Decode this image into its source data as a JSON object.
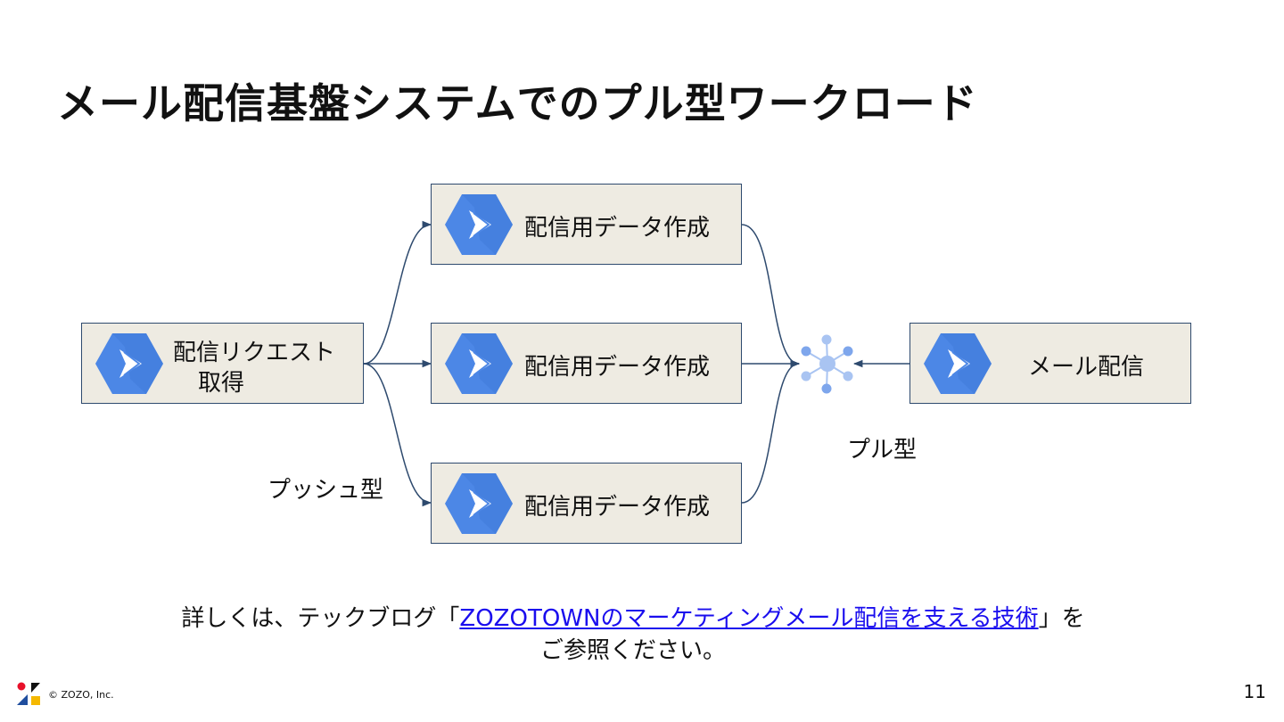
{
  "slide": {
    "title": "メール配信基盤システムでのプル型ワークロード",
    "page_number": "11",
    "copyright": "© ZOZO, Inc."
  },
  "diagram": {
    "nodes": {
      "request": {
        "line1": "配信リクエスト",
        "line2": "取得",
        "icon": "cloud-run-icon"
      },
      "create1": {
        "label": "配信用データ作成",
        "icon": "cloud-run-icon"
      },
      "create2": {
        "label": "配信用データ作成",
        "icon": "cloud-run-icon"
      },
      "create3": {
        "label": "配信用データ作成",
        "icon": "cloud-run-icon"
      },
      "mail": {
        "label": "メール配信",
        "icon": "cloud-run-icon"
      },
      "hub": {
        "icon": "pubsub-hub-icon"
      }
    },
    "labels": {
      "push": "プッシュ型",
      "pull": "プル型"
    }
  },
  "note": {
    "before": "詳しくは、テックブログ「",
    "link": "ZOZOTOWNのマーケティングメール配信を支える技術",
    "after": "」を",
    "line2": "ご参照ください。"
  },
  "colors": {
    "box_fill": "#eeebe2",
    "box_border": "#2e4a6e",
    "hex_blue": "#4c87e6",
    "edge": "#2e4a6e",
    "hub": "#a9c4f2",
    "link": "#1a0dee"
  }
}
